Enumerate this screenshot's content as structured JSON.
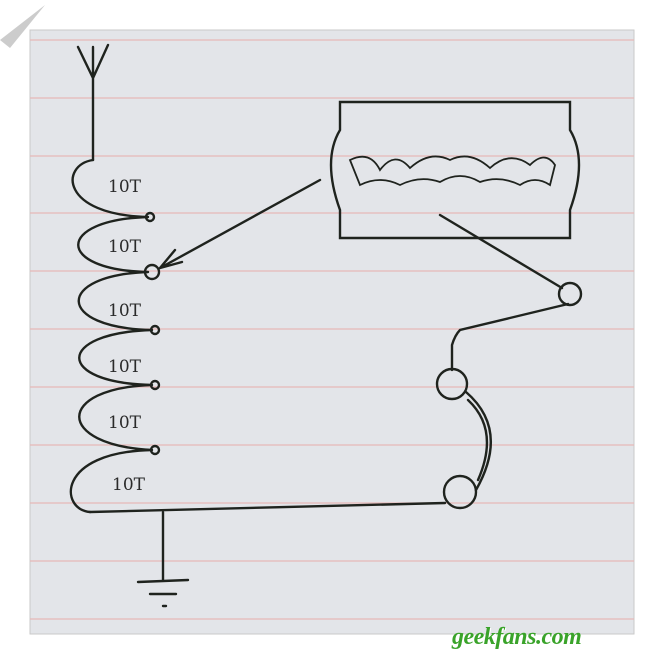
{
  "diagram": {
    "coil_labels": [
      "10T",
      "10T",
      "10T",
      "10T",
      "10T",
      "10T"
    ],
    "colors": {
      "paper": "#e4e6ea",
      "rule": "#e8b7b7",
      "ink": "#1f231e",
      "watermark": "#3aa32a"
    }
  },
  "watermark": "geekfans.com"
}
